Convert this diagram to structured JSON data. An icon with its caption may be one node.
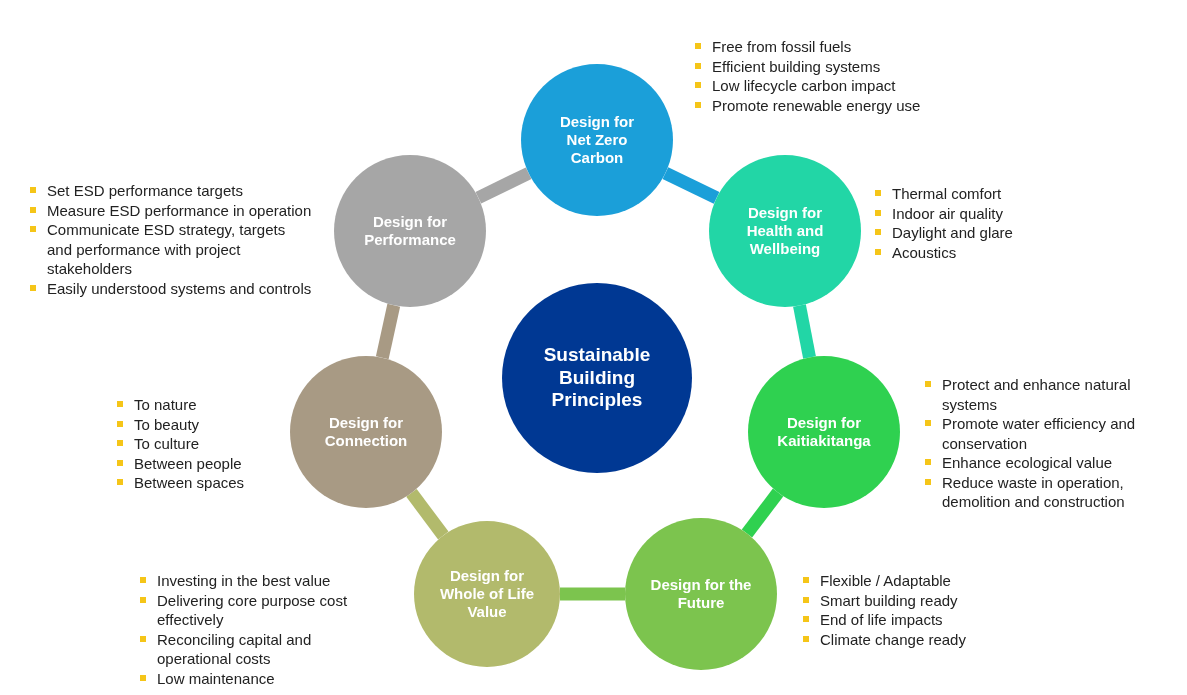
{
  "diagram": {
    "nodes": [
      {
        "text": [
          "Sustainable Building Principles"
        ]
      },
      {
        "text": [
          "Design for Net Zero Carbon"
        ],
        "beside": [
          "Free from fossil fuels",
          "Efficient building systems",
          "Low lifecycle carbon impact",
          "Promote renewable energy use"
        ]
      },
      {
        "text": [
          "Design for Health and Wellbeing"
        ],
        "beside": [
          "Thermal comfort",
          "Indoor air quality",
          "Daylight and glare",
          "Acoustics"
        ]
      },
      {
        "text": [
          "Design for Kaitiakitanga"
        ],
        "beside": [
          "Protect and enhance natural systems",
          "Promote water efficiency and conservation",
          "Enhance ecological value",
          "Reduce waste in operation, demolition and construction"
        ]
      },
      {
        "text": [
          "Design for the Future"
        ],
        "beside": [
          "Flexible / Adaptable",
          "Smart building ready",
          "End of life impacts",
          "Climate change ready"
        ]
      },
      {
        "text": [
          "Design for Whole of Life Value"
        ],
        "beside": [
          "Investing in the best value",
          "Delivering core purpose cost effectively",
          "Reconciling capital and operational costs",
          "Low maintenance"
        ]
      },
      {
        "text": [
          "Design for Connection"
        ],
        "beside": [
          "To nature",
          "To beauty",
          "To culture",
          "Between people",
          "Between spaces"
        ]
      },
      {
        "text": [
          "Design for Performance"
        ],
        "beside": [
          "Set ESD performance targets",
          "Measure ESD performance in operation",
          "Communicate ESD strategy, targets and performance with project stakeholders",
          "Easily understood systems and controls"
        ]
      }
    ],
    "edges": [
      {
        "from": 7,
        "to": 1,
        "arrow": "none",
        "color": "#a6a6a6"
      },
      {
        "from": 1,
        "to": 2,
        "arrow": "none",
        "color": "#1b9fd9"
      },
      {
        "from": 2,
        "to": 3,
        "arrow": "none",
        "color": "#22d6a6"
      },
      {
        "from": 3,
        "to": 4,
        "arrow": "none",
        "color": "#2fd150"
      },
      {
        "from": 4,
        "to": 5,
        "arrow": "none",
        "color": "#7cc44e"
      },
      {
        "from": 5,
        "to": 6,
        "arrow": "none",
        "color": "#b2ba6c"
      },
      {
        "from": 6,
        "to": 7,
        "arrow": "none",
        "color": "#a89a84"
      }
    ]
  }
}
